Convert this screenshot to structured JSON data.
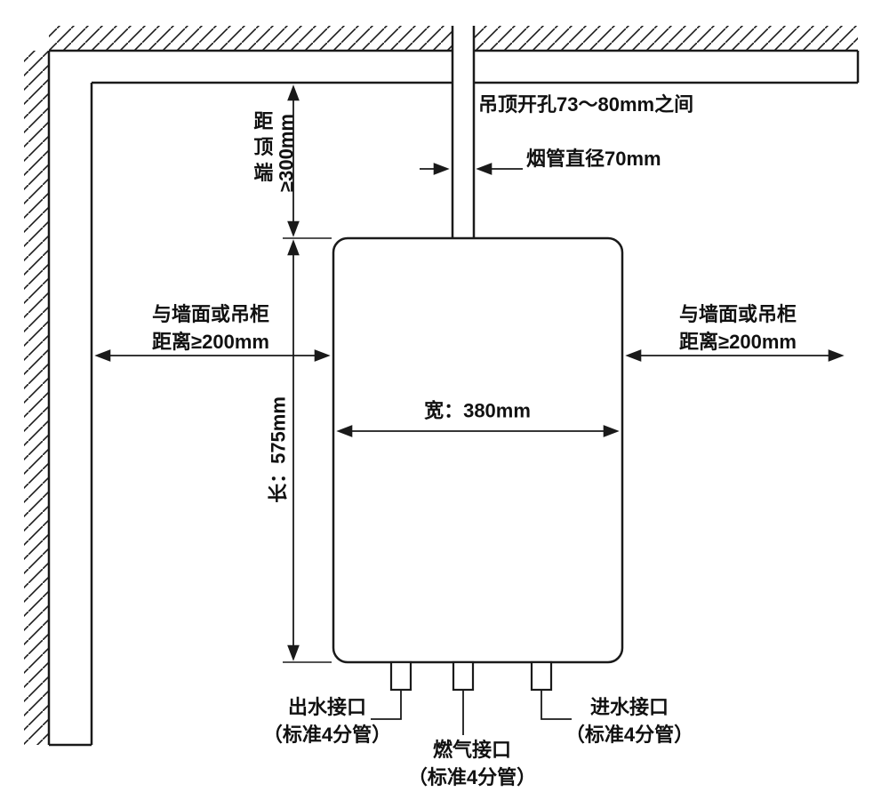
{
  "diagram": {
    "ceiling_hole_label": "吊顶开孔73～80mm之间",
    "flue_diameter_label": "烟管直径70mm",
    "top_clearance": {
      "text": "距顶端",
      "value": "≥300mm"
    },
    "left_clearance": {
      "line1": "与墙面或吊柜",
      "line2": "距离≥200mm"
    },
    "right_clearance": {
      "line1": "与墙面或吊柜",
      "line2": "距离≥200mm"
    },
    "height_label": "长：575mm",
    "width_label": "宽：380mm",
    "connections": {
      "outlet": {
        "line1": "出水接口",
        "line2": "（标准4分管）"
      },
      "gas": {
        "line1": "燃气接口",
        "line2": "（标准4分管）"
      },
      "inlet": {
        "line1": "进水接口",
        "line2": "（标准4分管）"
      }
    },
    "colors": {
      "line": "#1a1a1a",
      "background": "#ffffff"
    }
  }
}
